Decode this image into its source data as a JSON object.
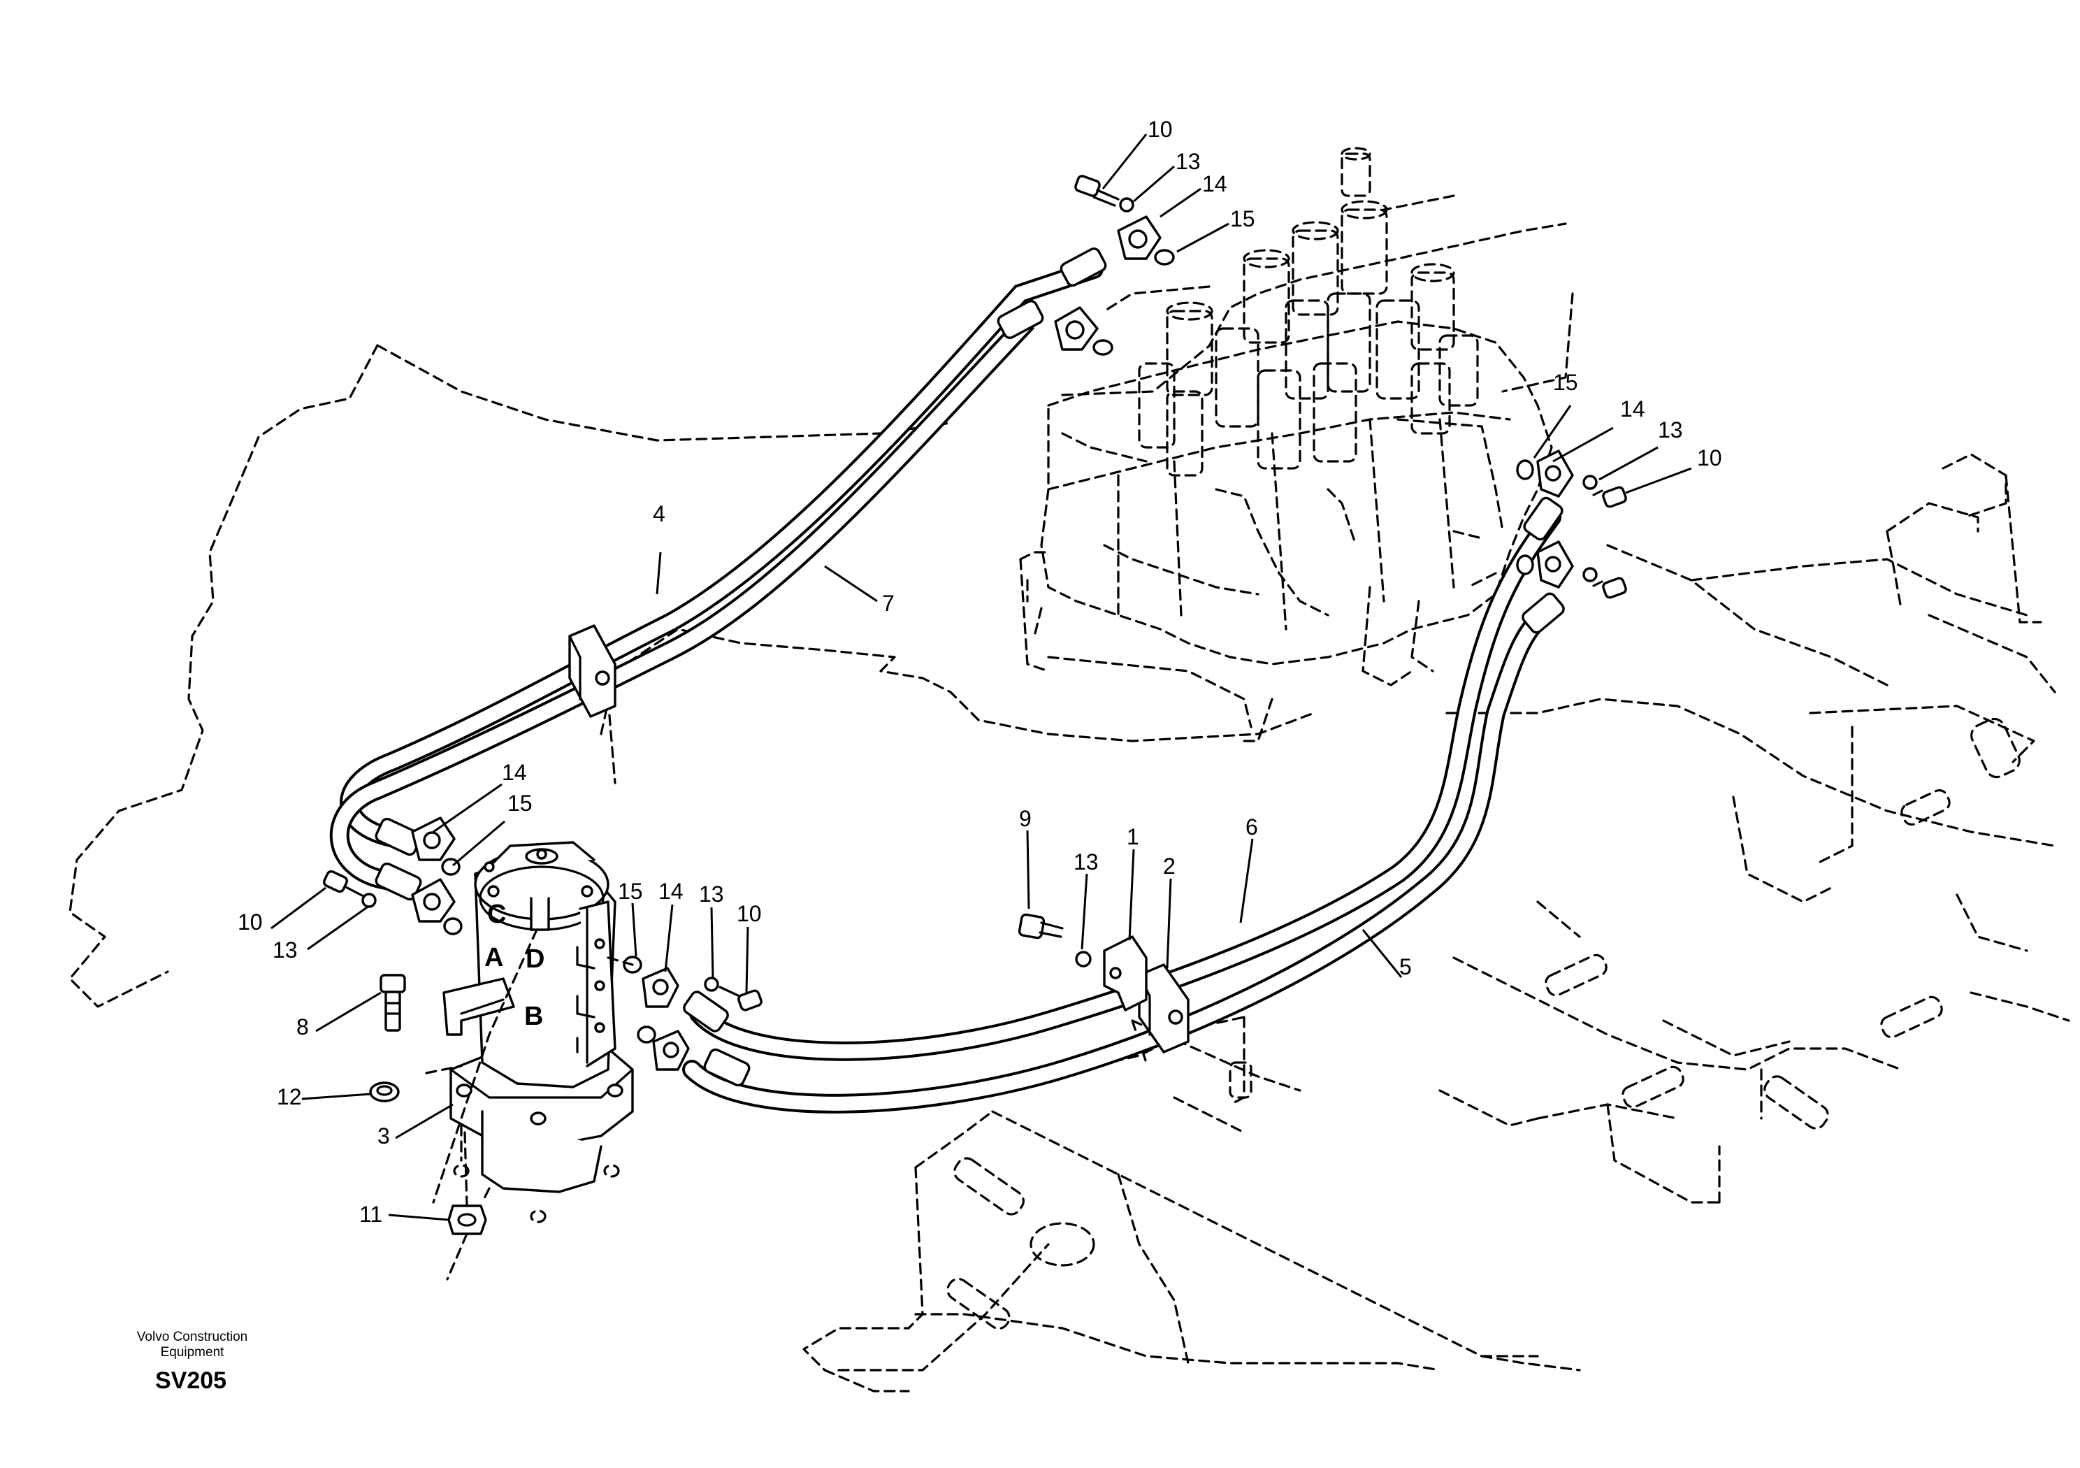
{
  "brand": {
    "line1": "Volvo Construction",
    "line2": "Equipment",
    "code": "SV205"
  },
  "ports": [
    "C",
    "A",
    "D",
    "B"
  ],
  "callouts": [
    "10",
    "13",
    "14",
    "15",
    "15",
    "14",
    "13",
    "10",
    "4",
    "7",
    "14",
    "15",
    "10",
    "13",
    "8",
    "12",
    "3",
    "11",
    "15",
    "14",
    "13",
    "10",
    "9",
    "13",
    "1",
    "2",
    "6",
    "5"
  ]
}
